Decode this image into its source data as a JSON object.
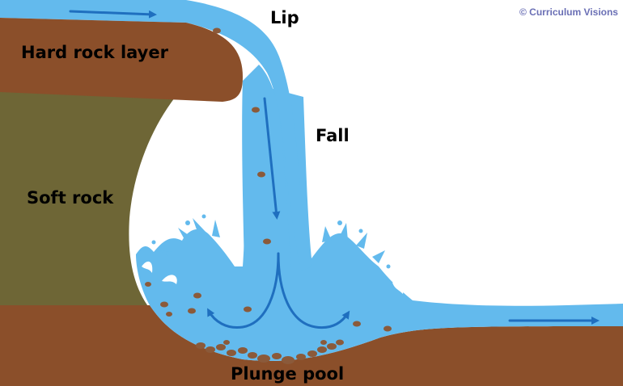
{
  "copyright": "© Curriculum Visions",
  "labels": {
    "lip": "Lip",
    "hard_rock": "Hard rock layer",
    "fall": "Fall",
    "soft_rock": "Soft rock",
    "plunge_pool": "Plunge pool"
  },
  "colors": {
    "water": "#63baed",
    "hard_rock": "#8b4f2a",
    "soft_rock": "#6e6636",
    "river_bed": "#8b4f2a",
    "arrow": "#1f6fbf",
    "pebble": "#8b5a3a",
    "copyright": "#6a6fb5"
  }
}
